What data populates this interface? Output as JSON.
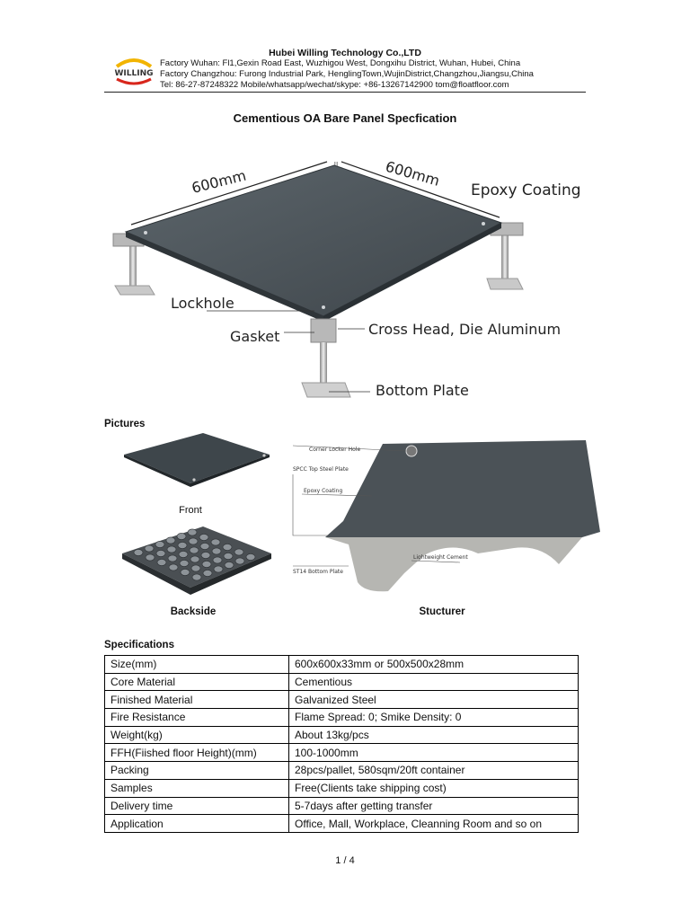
{
  "header": {
    "company": "Hubei Willing Technology Co.,LTD",
    "logo_text": "WILLING",
    "line1": "Factory Wuhan: Fl1,Gexin Road East, Wuzhigou West, Dongxihu District, Wuhan, Hubei, China",
    "line2": "Factory Changzhou: Furong Industrial Park, HenglingTown,WujinDistrict,Changzhou,Jiangsu,China",
    "line3": "Tel: 86-27-87248322    Mobile/whatsapp/wechat/skype:    +86-13267142900    tom@floatfloor.com"
  },
  "title": "Cementious OA Bare Panel Specfication",
  "diagram": {
    "dim_left": "600mm",
    "dim_right": "600mm",
    "epoxy": "Epoxy Coating",
    "lockhole": "Lockhole",
    "gasket": "Gasket",
    "crosshead": "Cross Head, Die Aluminum",
    "bottom_plate": "Bottom Plate"
  },
  "pictures": {
    "heading": "Pictures",
    "front": "Front",
    "backside": "Backside",
    "structure": "Stucturer",
    "structure_labels": {
      "corner": "Corner Locker Hole",
      "spcc": "SPCC Top Steel Plate",
      "epoxy": "Epoxy Coating",
      "cement": "Lightweight Cement",
      "st14": "ST14 Bottom Plate"
    }
  },
  "specifications": {
    "heading": "Specifications",
    "rows": [
      [
        "Size(mm)",
        "600x600x33mm or 500x500x28mm"
      ],
      [
        "Core Material",
        "Cementious"
      ],
      [
        "Finished Material",
        "Galvanized Steel"
      ],
      [
        "Fire Resistance",
        "Flame Spread: 0; Smike Density: 0"
      ],
      [
        "Weight(kg)",
        "About 13kg/pcs"
      ],
      [
        "FFH(Fiished floor Height)(mm)",
        "100-1000mm"
      ],
      [
        "Packing",
        "28pcs/pallet,    580sqm/20ft container"
      ],
      [
        "Samples",
        "Free(Clients take shipping cost)"
      ],
      [
        "Delivery time",
        "5-7days after getting transfer"
      ],
      [
        "Application",
        "Office, Mall, Workplace, Cleanning Room and so on"
      ]
    ]
  },
  "page_number": "1 / 4",
  "colors": {
    "panel": "#4a5258",
    "logo_yellow": "#f2b400",
    "logo_red": "#d8261c"
  }
}
